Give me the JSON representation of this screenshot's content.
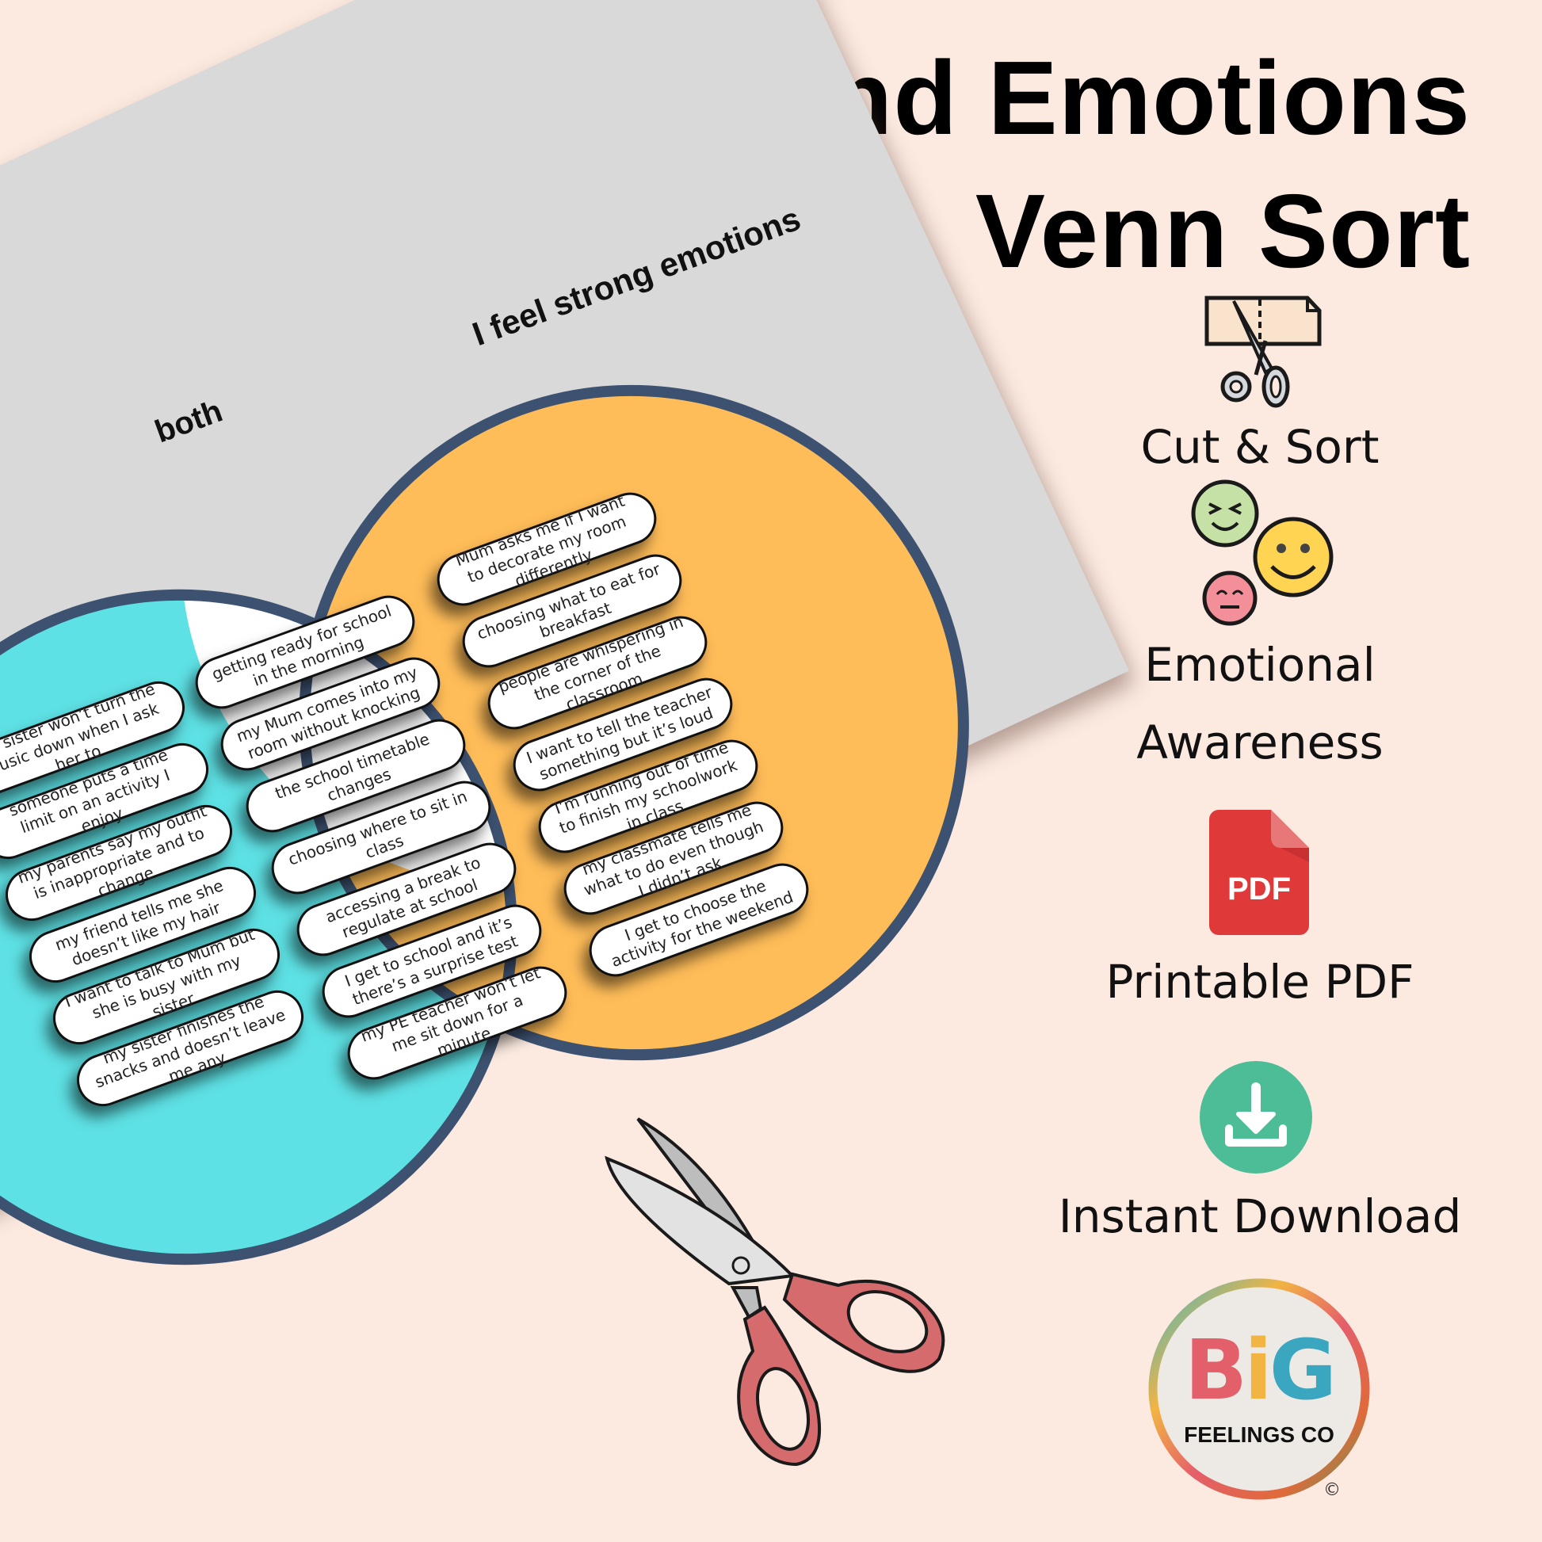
{
  "header": {
    "title": "Control and Emotions Venn Sort"
  },
  "worksheet": {
    "labels": {
      "both": "both",
      "right_circle": "I feel strong emotions"
    },
    "colors": {
      "left_circle": "#5ee1e4",
      "right_circle": "#ffbd59",
      "overlap": "#ffffff",
      "circle_outline": "#3d5271",
      "sheet": "#d9d9d9"
    },
    "cards_left": [
      "my sister won’t turn the music down when I ask her to",
      "someone puts a time limit on an activity I enjoy",
      "my parents say my outfit is inappropriate and to change",
      "my friend tells me she doesn’t like my hair",
      "I want to talk to Mum but she is busy with my sister",
      "my sister finishes the snacks and doesn’t leave me any"
    ],
    "cards_middle": [
      "getting ready for school in the morning",
      "my Mum comes into my room without knocking",
      "the school timetable changes",
      "choosing where to sit in class",
      "accessing a break to regulate at school",
      "I get to school and it’s there’s a surprise test",
      "my PE teacher won’t let me sit down for a minute"
    ],
    "cards_right": [
      "Mum asks me if I want to decorate my room differently",
      "choosing what to eat for breakfast",
      "people are whispering in the corner of the classroom",
      "I want to tell the teacher something but it’s loud",
      "I’m running out of time to finish my schoolwork in class",
      "my classmate tells me what to do even though I didn’t ask",
      "I get to choose the activity for the weekend"
    ]
  },
  "features": [
    {
      "icon": "cut-and-sort-icon",
      "label": "Cut & Sort"
    },
    {
      "icon": "emotion-faces-icon",
      "label": "Emotional Awareness"
    },
    {
      "icon": "pdf-file-icon",
      "label": "Printable PDF",
      "icon_text": "PDF"
    },
    {
      "icon": "download-icon",
      "label": "Instant Download"
    }
  ],
  "brand": {
    "logo_big": "BIG",
    "logo_sub": "FEELINGS CO",
    "copyright": "©"
  }
}
